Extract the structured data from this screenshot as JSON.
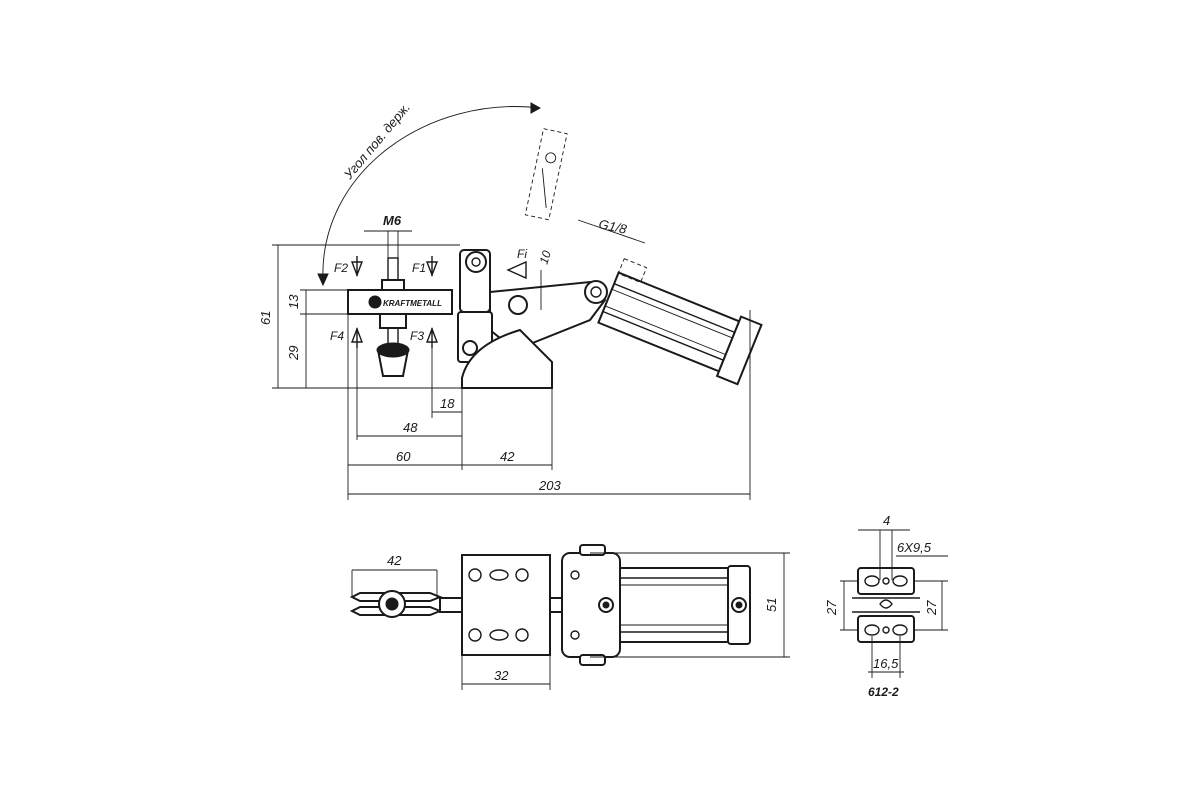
{
  "labels": {
    "angle": "Угол пов. держ.",
    "thread": "M6",
    "port": "G1/8",
    "force_fi": "Fi",
    "force_f1": "F1",
    "force_f2": "F2",
    "force_f3": "F3",
    "force_f4": "F4",
    "brand": "KRAFTMETALL",
    "slots": "6X9,5",
    "model": "612-2"
  },
  "dimensions": {
    "d61": "61",
    "d13": "13",
    "d29": "29",
    "d10": "10",
    "d18": "18",
    "d48": "48",
    "d60": "60",
    "d42_side": "42",
    "d203": "203",
    "d42_top": "42",
    "d51": "51",
    "d32": "32",
    "d4": "4",
    "d27_left": "27",
    "d27_right": "27",
    "d16_5": "16,5"
  }
}
